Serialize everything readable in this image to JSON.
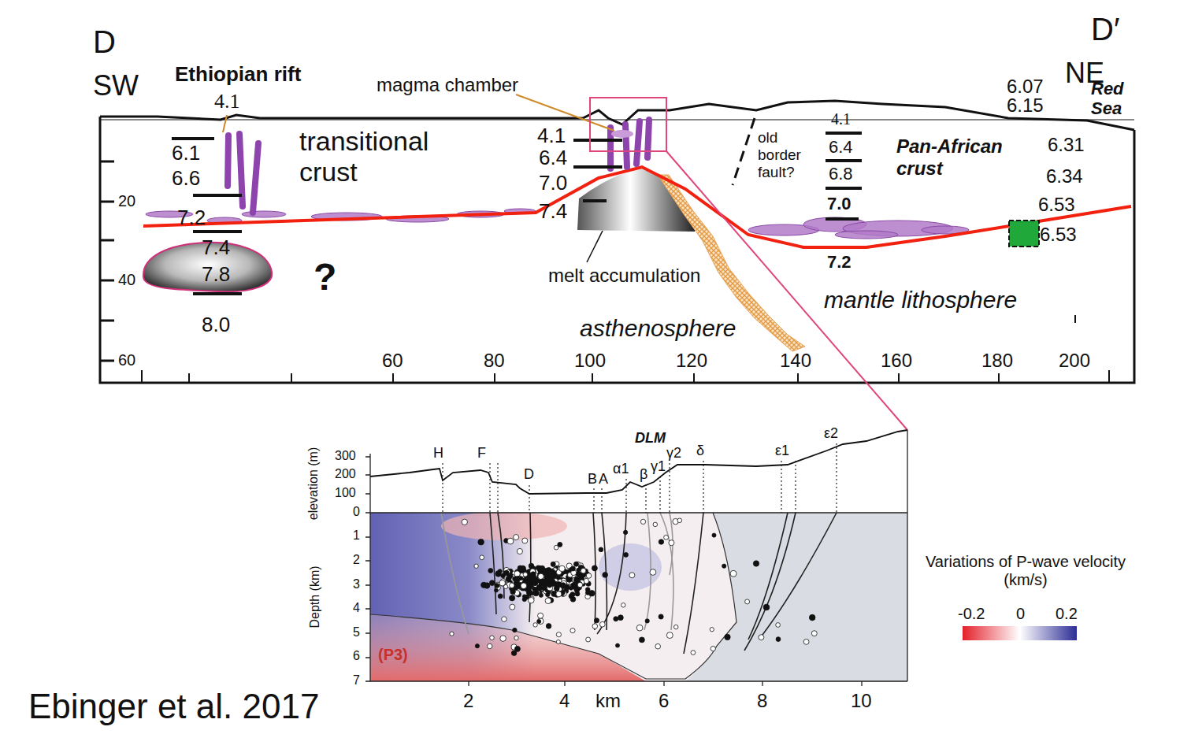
{
  "diagram": {
    "caption": "Ebinger et al. 2017",
    "labels": [
      "D",
      "SW",
      "Ethiopian rift",
      "4.1",
      "magma chamber",
      "D′",
      "NE",
      "Red Sea",
      "6.07",
      "6.15",
      "6.1",
      "6.6",
      "transitional crust",
      "4.1",
      "6.4",
      "7.0",
      "7.4",
      "old border fault?",
      "4.1",
      "6.4",
      "6.8",
      "7.0",
      "Pan-African crust",
      "6.31",
      "6.34",
      "6.53",
      "6.53",
      "20",
      "40",
      "60",
      "7.2",
      "7.4",
      "7.8",
      "8.0",
      "?",
      "melt accumulation",
      "7.2",
      "mantle lithosphere",
      "asthenosphere",
      "60",
      "80",
      "100",
      "120",
      "140",
      "160",
      "180",
      "200",
      "elevation (m)",
      "300",
      "200",
      "100",
      "0",
      "H",
      "F",
      "D",
      "B",
      "A",
      "α1",
      "β",
      "γ1",
      "γ2",
      "δ",
      "DLM",
      "ε1",
      "ε2",
      "Depth (km)",
      "1",
      "2",
      "3",
      "4",
      "5",
      "6",
      "7",
      "(P3)",
      "2",
      "4",
      "km",
      "6",
      "8",
      "10",
      "Variations of P-wave velocity (km/s)",
      "-0.2",
      "0",
      "0.2"
    ]
  }
}
